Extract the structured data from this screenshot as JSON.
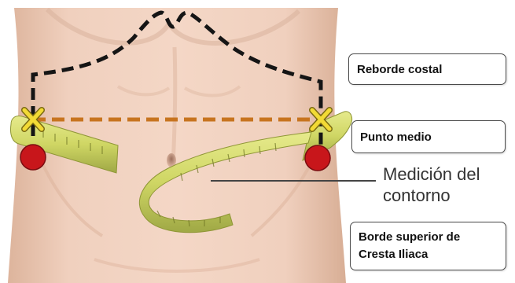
{
  "labels": {
    "reborde_costal": "Reborde costal",
    "punto_medio": "Punto medio",
    "medicion_line1": "Medición del",
    "medicion_line2": "contorno",
    "borde_line1": "Borde superior de",
    "borde_line2": "Cresta Iliaca"
  },
  "icons": {
    "midpoint_marker": "yellow-x-marker",
    "crest_marker": "red-dot-marker"
  },
  "colors": {
    "rib_outline": "#1a1a1a",
    "midline": "#c7741f",
    "crest_dot": "#c8161b",
    "marker_x": "#f2da35",
    "tape": "#d6db6a"
  }
}
